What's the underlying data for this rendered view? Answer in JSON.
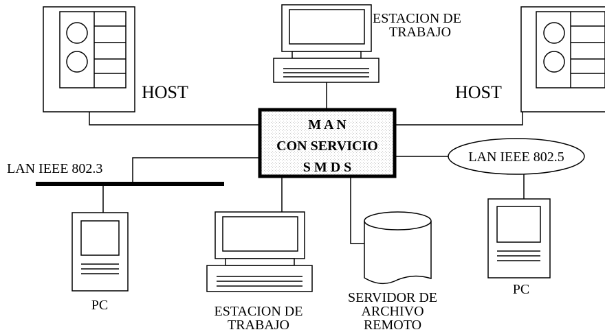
{
  "diagram": {
    "center_node": {
      "line1": "M A N",
      "line2": "CON SERVICIO",
      "line3": "S M D S"
    },
    "host_left_label": "HOST",
    "host_right_label": "HOST",
    "workstation_top_label": {
      "line1": "ESTACION DE",
      "line2": "TRABAJO"
    },
    "workstation_bottom_label": {
      "line1": "ESTACION DE",
      "line2": "TRABAJO"
    },
    "lan_left_label": "LAN IEEE 802.3",
    "lan_right_label": "LAN IEEE 802.5",
    "pc_left_label": "PC",
    "pc_right_label": "PC",
    "file_server_label": {
      "line1": "SERVIDOR DE",
      "line2": "ARCHIVO",
      "line3": "REMOTO"
    }
  }
}
